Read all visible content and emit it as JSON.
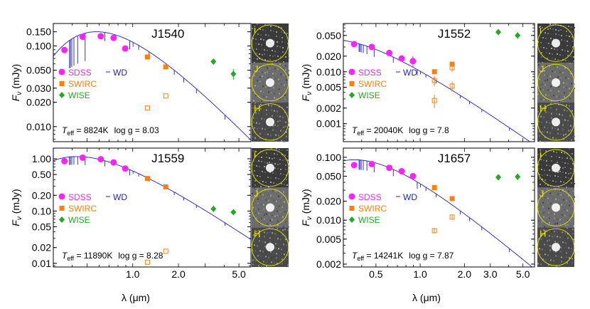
{
  "figure": {
    "x_axis_label": "λ (μm)",
    "y_axis_label_main": "F",
    "y_axis_label_sub": "ν",
    "y_axis_label_unit": " (mJy)",
    "legend": {
      "sdss": "SDSS",
      "swirc": "SWIRC",
      "wise": "WISE",
      "wd": "WD"
    },
    "cutout_labels": [
      "i",
      "J",
      "H"
    ]
  },
  "colors": {
    "sdss": "#ff22ff",
    "swirc": "#ff7f0e",
    "wise": "#22aa22",
    "wd_model": "#1f1fcc",
    "cutout_circle": "#e6e600",
    "cutout_label": "#e6e600"
  },
  "chart_data": [
    {
      "type": "scatter",
      "title": "J1540",
      "annotation": {
        "teff_prefix": "T",
        "teff_sub": "eff",
        "teff_value": " = 8824K",
        "logg_text": "log g = 8.03"
      },
      "x_scale": "log",
      "y_scale": "log",
      "xlim": [
        0.3,
        6.0
      ],
      "ylim": [
        0.0065,
        0.19
      ],
      "xticks": [],
      "yticks": [
        0.01,
        0.02,
        0.03,
        0.05,
        0.1,
        0.15
      ],
      "ytick_labels": [
        "0.010",
        "0.020",
        "0.030",
        "0.050",
        "0.100",
        "0.150"
      ],
      "series": [
        {
          "name": "SDSS",
          "marker": "circle",
          "x": [
            0.355,
            0.468,
            0.616,
            0.748,
            0.892
          ],
          "y": [
            0.089,
            0.13,
            0.132,
            0.126,
            0.093
          ]
        },
        {
          "name": "SWIRC",
          "marker": "square",
          "x": [
            1.25,
            1.65
          ],
          "y": [
            0.073,
            0.055
          ]
        },
        {
          "name": "SWIRC-open",
          "marker": "open-square",
          "x": [
            1.25,
            1.65
          ],
          "y": [
            0.017,
            0.024
          ]
        },
        {
          "name": "WISE",
          "marker": "diamond",
          "x": [
            3.4,
            4.6
          ],
          "y": [
            0.064,
            0.045
          ],
          "yerr": [
            0.003,
            0.007
          ]
        },
        {
          "name": "WD",
          "marker": "line",
          "teff": 8824,
          "peak_x": 0.52,
          "peak_y": 0.148
        }
      ]
    },
    {
      "type": "scatter",
      "title": "J1552",
      "annotation": {
        "teff_prefix": "T",
        "teff_sub": "eff",
        "teff_value": " = 20040K",
        "logg_text": "log g = 7.8"
      },
      "x_scale": "log",
      "y_scale": "log",
      "xlim": [
        0.3,
        6.0
      ],
      "ylim": [
        0.00045,
        0.085
      ],
      "xticks": [],
      "yticks": [
        0.001,
        0.002,
        0.005,
        0.01,
        0.02,
        0.05
      ],
      "ytick_labels": [
        "0.001",
        "0.002",
        "0.005",
        "0.010",
        "0.020",
        "0.050"
      ],
      "series": [
        {
          "name": "SDSS",
          "marker": "circle",
          "x": [
            0.355,
            0.468,
            0.616,
            0.748,
            0.892
          ],
          "y": [
            0.034,
            0.03,
            0.023,
            0.018,
            0.016
          ],
          "yerr": [
            0.0,
            0.0,
            0.0,
            0.0,
            0.004
          ]
        },
        {
          "name": "SWIRC",
          "marker": "square",
          "x": [
            1.25,
            1.65
          ],
          "y": [
            0.01,
            0.014
          ]
        },
        {
          "name": "SWIRC-open",
          "marker": "open-square",
          "x": [
            1.25,
            1.65,
            1.25,
            1.65
          ],
          "y": [
            0.0068,
            0.012,
            0.0028,
            0.0053
          ],
          "yerr": [
            0.0015,
            0.002,
            0.0008,
            0.0012
          ]
        },
        {
          "name": "WISE",
          "marker": "diamond",
          "x": [
            3.4,
            4.6
          ],
          "y": [
            0.058,
            0.05
          ],
          "yerr": [
            0.0,
            0.007
          ]
        },
        {
          "name": "WD",
          "marker": "line",
          "teff": 20040,
          "peak_x": 0.3,
          "peak_y": 0.04
        }
      ]
    },
    {
      "type": "scatter",
      "title": "J1559",
      "annotation": {
        "teff_prefix": "T",
        "teff_sub": "eff",
        "teff_value": " = 11890K",
        "logg_text": "log g = 8.28"
      },
      "x_scale": "log",
      "y_scale": "log",
      "xlim": [
        0.3,
        6.0
      ],
      "ylim": [
        0.0085,
        1.6
      ],
      "xticks": [
        1.0,
        2.0,
        5.0
      ],
      "xtick_labels": [
        "1.0",
        "2.0",
        "5.0"
      ],
      "yticks": [
        0.01,
        0.02,
        0.05,
        0.1,
        0.2,
        0.5,
        1.0
      ],
      "ytick_labels": [
        "0.01",
        "0.02",
        "0.05",
        "0.10",
        "0.20",
        "0.50",
        "1.00"
      ],
      "series": [
        {
          "name": "SDSS",
          "marker": "circle",
          "x": [
            0.355,
            0.468,
            0.616,
            0.748,
            0.892
          ],
          "y": [
            0.9,
            1.05,
            0.98,
            0.85,
            0.65
          ]
        },
        {
          "name": "SWIRC",
          "marker": "square",
          "x": [
            1.25,
            1.65
          ],
          "y": [
            0.42,
            0.29
          ]
        },
        {
          "name": "SWIRC-open",
          "marker": "open-square",
          "x": [
            1.25,
            1.65
          ],
          "y": [
            0.0105,
            0.017
          ]
        },
        {
          "name": "WISE",
          "marker": "diamond",
          "x": [
            3.4,
            4.6
          ],
          "y": [
            0.11,
            0.095
          ]
        },
        {
          "name": "WD",
          "marker": "line",
          "teff": 11890,
          "peak_x": 0.45,
          "peak_y": 1.1
        }
      ]
    },
    {
      "type": "scatter",
      "title": "J1657",
      "annotation": {
        "teff_prefix": "T",
        "teff_sub": "eff",
        "teff_value": " = 14241K",
        "logg_text": "log g = 7.87"
      },
      "x_scale": "log",
      "y_scale": "log",
      "xlim": [
        0.3,
        6.0
      ],
      "ylim": [
        0.0018,
        0.14
      ],
      "xticks": [
        0.5,
        1.0,
        2.0,
        3.0,
        5.0
      ],
      "xtick_labels": [
        "0.5",
        "1.0",
        "2.0",
        "3.0",
        "5.0"
      ],
      "yticks": [
        0.002,
        0.005,
        0.01,
        0.02,
        0.05,
        0.1
      ],
      "ytick_labels": [
        "0.002",
        "0.005",
        "0.010",
        "0.020",
        "0.050",
        "0.100"
      ],
      "series": [
        {
          "name": "SDSS",
          "marker": "circle",
          "x": [
            0.355,
            0.468,
            0.616,
            0.748,
            0.892
          ],
          "y": [
            0.075,
            0.078,
            0.068,
            0.06,
            0.05
          ]
        },
        {
          "name": "SWIRC",
          "marker": "square",
          "x": [
            1.25,
            1.65
          ],
          "y": [
            0.033,
            0.022
          ]
        },
        {
          "name": "SWIRC-open",
          "marker": "open-square",
          "x": [
            1.25,
            1.65
          ],
          "y": [
            0.0068,
            0.0112
          ],
          "yerr": [
            0.0005,
            0.0009
          ]
        },
        {
          "name": "WISE",
          "marker": "diamond",
          "x": [
            3.4,
            4.6
          ],
          "y": [
            0.048,
            0.049
          ],
          "yerr": [
            0.0,
            0.006
          ]
        },
        {
          "name": "WD",
          "marker": "line",
          "teff": 14241,
          "peak_x": 0.4,
          "peak_y": 0.09
        }
      ]
    }
  ]
}
